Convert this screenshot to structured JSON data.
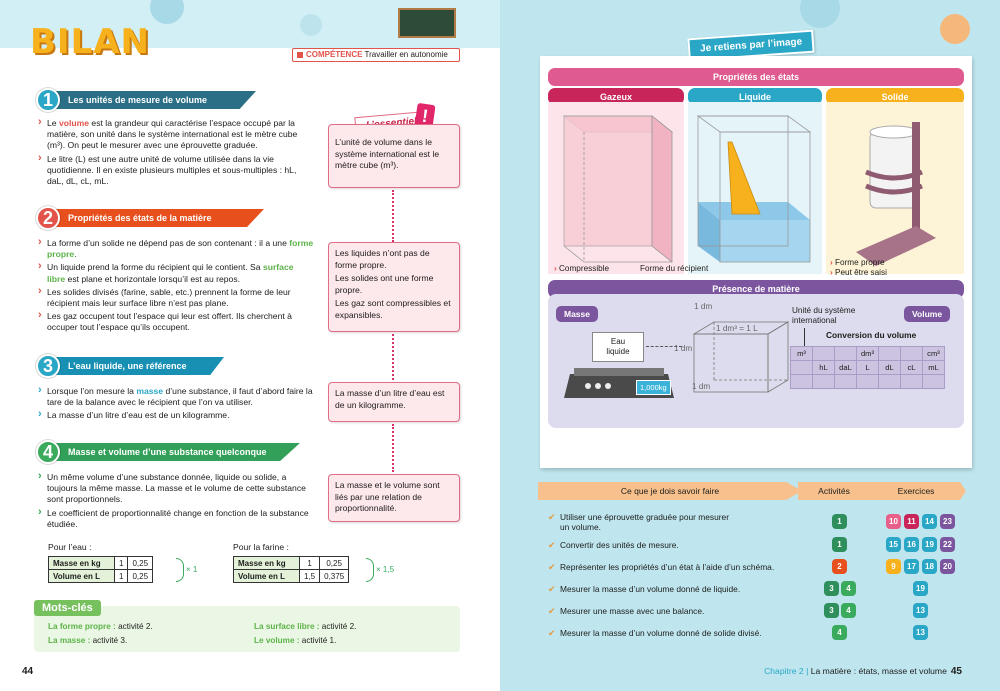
{
  "left": {
    "title": "BILAN",
    "competence_label": "COMPÉTENCE",
    "competence_text": "Travailler en autonomie",
    "s1": {
      "num": "1",
      "title": "Les unités de mesure de volume",
      "p1a": "Le ",
      "p1k": "volume",
      "p1b": " est la grandeur qui caractérise l’espace occupé par la matière, son unité dans le système international est le mètre cube (m³). On peut le mesurer avec une éprouvette graduée.",
      "p2": "Le litre (L) est une autre unité de volume utilisée dans la vie quotidienne. Il en existe plusieurs multiples et sous-multiples : hL, daL, dL, cL, mL."
    },
    "essentiel_label": "L’essentiel",
    "n1": "L’unité de volume dans le système international est le mètre cube (m³).",
    "s2": {
      "num": "2",
      "title": "Propriétés des états de la matière",
      "p1a": "La forme d’un solide ne dépend pas de son contenant : il a une ",
      "p1k": "forme propre",
      "p1b": ".",
      "p2a": "Un liquide prend la forme du récipient qui le contient. Sa ",
      "p2k": "surface libre",
      "p2b": " est plane et horizontale lorsqu’il est au repos.",
      "p3": "Les solides divisés (farine, sable, etc.) prennent la forme de leur récipient mais leur surface libre n’est pas plane.",
      "p4": "Les gaz occupent tout l’espace qui leur est offert. Ils cherchent à occuper tout l’espace qu’ils occupent."
    },
    "n2": [
      "Les liquides n’ont pas de forme propre.",
      "Les solides ont une forme propre.",
      "Les gaz sont compressibles et expansibles."
    ],
    "s3": {
      "num": "3",
      "title": "L’eau liquide, une référence",
      "p1a": "Lorsque l’on mesure la ",
      "p1k": "masse",
      "p1b": " d’une substance, il faut d’abord faire la tare de la balance avec le récipient que l’on va utiliser.",
      "p2": "La masse d’un litre d’eau est de un kilogramme."
    },
    "n3": "La masse d’un litre d’eau est de un kilogramme.",
    "s4": {
      "num": "4",
      "title": "Masse et volume d’une substance quelconque",
      "p1": "Un même volume d’une substance donnée, liquide ou solide, a toujours la même masse. La masse et le volume de cette substance sont proportionnels.",
      "p2": "Le coefficient de proportionnalité change en fonction de la substance étudiée."
    },
    "n4": "La masse et le volume sont liés par une relation de proportionnalité.",
    "t1": {
      "caption": "Pour l’eau :",
      "r1h": "Masse en kg",
      "r1a": "1",
      "r1b": "0,25",
      "r2h": "Volume en L",
      "r2a": "1",
      "r2b": "0,25",
      "coef": "× 1"
    },
    "t2": {
      "caption": "Pour la farine :",
      "r1h": "Masse en kg",
      "r1a": "1",
      "r1b": "0,25",
      "r2h": "Volume en L",
      "r2a": "1,5",
      "r2b": "0,375",
      "coef": "× 1,5"
    },
    "mots": {
      "title": "Mots-clés",
      "a_k": "La forme propre :",
      "a_v": " activité 2.",
      "b_k": "La surface libre :",
      "b_v": " activité 2.",
      "c_k": "La masse :",
      "c_v": " activité 3.",
      "d_k": "Le volume :",
      "d_v": " activité 1."
    },
    "page": "44"
  },
  "right": {
    "banner": "Je retiens par l’image",
    "props_title": "Propriétés des états",
    "gaz": "Gazeux",
    "liq": "Liquide",
    "sol": "Solide",
    "compressible": "Compressible",
    "forme_recipient": "Forme du récipient",
    "forme_propre": "Forme propre",
    "saisi": "Peut être saisi",
    "presence": "Présence de matière",
    "masse": "Masse",
    "volume": "Volume",
    "eau1": "Eau",
    "eau2": "liquide",
    "scale": "1,000kg",
    "dm_top": "1 dm",
    "dm_left": "1 dm",
    "dm_bot": "1 dm",
    "dm3": "1 dm³ = 1 L",
    "usi1": "Unité du système",
    "usi2": "international",
    "conv": "Conversion du volume",
    "u_m3": "m³",
    "u_dm3": "dm³",
    "u_cm3": "cm³",
    "u": [
      "hL",
      "daL",
      "L",
      "dL",
      "cL",
      "mL"
    ],
    "hdr1": "Ce que je dois savoir faire",
    "hdr2": "Activités",
    "hdr3": "Exercices",
    "rows": [
      {
        "t1": "Utiliser une éprouvette graduée pour mesurer",
        "t2": "un volume."
      },
      {
        "t1": "Convertir des unités de mesure."
      },
      {
        "t1": "Représenter les propriétés d’un état à l’aide d’un schéma."
      },
      {
        "t1": "Mesurer la masse d’un volume donné de liquide."
      },
      {
        "t1": "Mesurer une masse avec une balance."
      },
      {
        "t1": "Mesurer la masse d’un volume donné de solide divisé."
      }
    ],
    "act": [
      "1",
      "1",
      "2",
      "3",
      "4",
      "3",
      "4",
      "4"
    ],
    "ex": [
      "10",
      "11",
      "14",
      "23",
      "15",
      "16",
      "19",
      "22",
      "9",
      "17",
      "18",
      "20",
      "19",
      "13",
      "13"
    ],
    "chap_label": "Chapitre 2",
    "chap_title": "La matière : états, masse et volume",
    "page": "45",
    "colors": {
      "gaz": "#c8265a",
      "liq": "#2aa7c6",
      "sol": "#f6b11c",
      "props": "#de5a8f",
      "presence": "#7b569e"
    }
  }
}
